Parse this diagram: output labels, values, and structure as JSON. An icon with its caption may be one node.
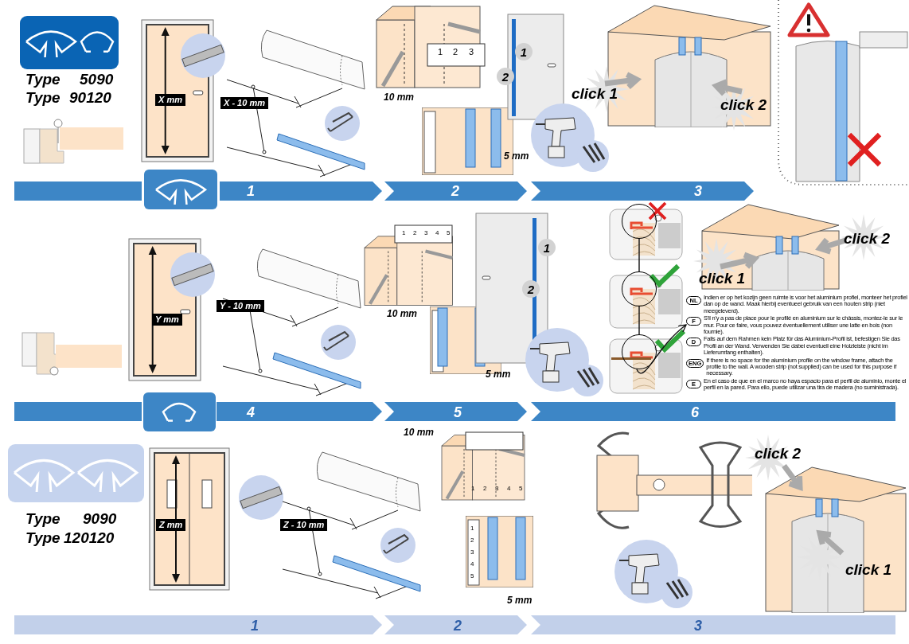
{
  "diagram": {
    "nodes": [
      {
        "text": [],
        "shape": "circle"
      },
      {
        "text": [],
        "shape": "circle"
      },
      {
        "text": [],
        "shape": "circle"
      },
      {
        "text": [
          "NL",
          "Indien er op het kozijn geen ruimte is voor het aluminium profiel, monteer het profiel dan op de wand. Maak hierbij eventueel gebruik van een houten strip (niet meegeleverd).",
          "F",
          "S'il n'y a pas de place pour le profilé en aluminium sur le châssis, montez-le sur le mur. Pour ce faire, vous pouvez éventuellement utiliser une latte en bois (non fournie).",
          "D",
          "Falls auf dem Rahmen kein Platz für das Aluminium-Profil ist, befestigen Sie das Profil an der Wand. Verwenden Sie dabei eventuell eine Holzleiste (nicht im Lieferumfang enthalten).",
          "ENG",
          "If there is no space for the aluminium profile on the window frame, attach the profile to the wall. A wooden strip (not supplied) can be used for this purpose if necessary.",
          "E",
          "En el caso de que en el marco no haya espacio para el perfil de aluminio, monte el perfil en la pared. Para ello, puede utilizar una tira de madera (no suministrada)."
        ]
      }
    ],
    "edges": [
      {
        "from": 0,
        "to": 1,
        "arrow": "none"
      },
      {
        "from": 1,
        "to": 2,
        "arrow": "none"
      },
      {
        "from": 2,
        "to": 3,
        "arrow": "to"
      }
    ],
    "labels": [
      "Type",
      "5090",
      "Type",
      "90120",
      "X mm",
      "X - 10 mm",
      "1",
      "2",
      "3",
      "10 mm",
      "1",
      "2",
      "click 1",
      "5 mm",
      "click 2",
      "1",
      "2",
      "3",
      "1",
      "2",
      "3",
      "4",
      "5",
      "Y mm",
      "Y - 10 mm",
      "1",
      "2",
      "click 2",
      "click 1",
      "10 mm",
      "5 mm",
      "4",
      "5",
      "6",
      "10 mm",
      "Type",
      "9090",
      "Type",
      "120120",
      "Z mm",
      "1",
      "2",
      "3",
      "4",
      "5",
      "1",
      "2",
      "3",
      "4",
      "5",
      "click 2",
      "Z - 10 mm",
      "click 1",
      "5 mm",
      "1",
      "2",
      "3"
    ]
  }
}
